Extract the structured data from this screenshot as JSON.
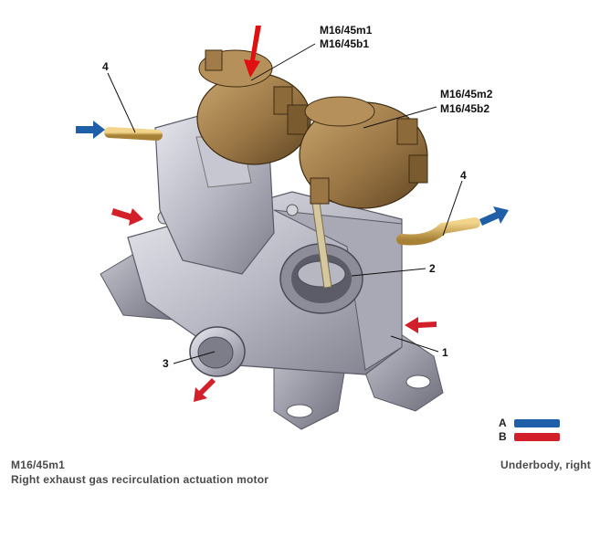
{
  "callouts": {
    "m1": "M16/45m1",
    "b1": "M16/45b1",
    "m2": "M16/45m2",
    "b2": "M16/45b2",
    "n4_left": "4",
    "n4_right": "4",
    "n1": "1",
    "n2": "2",
    "n3": "3"
  },
  "legend": {
    "a_label": "A",
    "a_color": "#1f5fa8",
    "b_label": "B",
    "b_color": "#d21f2a"
  },
  "caption": {
    "code": "M16/45m1",
    "description": "Right exhaust gas recirculation actuation motor",
    "location": "Underbody, right"
  },
  "colors": {
    "flow_in": "#d21f2a",
    "flow_out": "#1f5fa8",
    "indicator_arrow": "#e01010",
    "motor_brown": "#8b6b3e",
    "housing_grey": "#b9b9c4"
  },
  "icons": [
    "red-flow-arrow",
    "blue-flow-arrow",
    "red-indicator-arrow"
  ]
}
